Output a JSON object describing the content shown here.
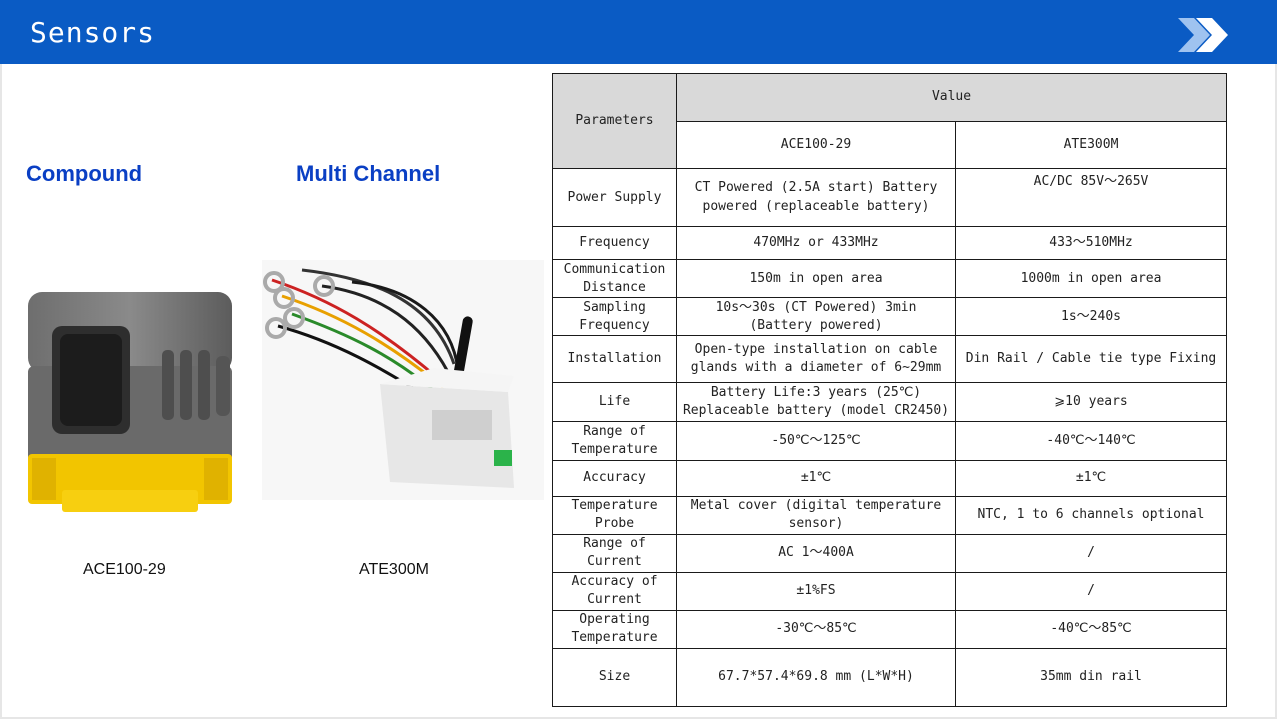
{
  "header": {
    "title": "Sensors",
    "chevron_icon": "double-chevron-right-icon",
    "color": "#0a5bc4"
  },
  "products": [
    {
      "title": "Compound",
      "caption": "ACE100-29"
    },
    {
      "title": "Multi Channel",
      "caption": "ATE300M"
    }
  ],
  "table": {
    "param_header": "Parameters",
    "value_header": "Value",
    "col1": "ACE100-29",
    "col2": "ATE300M",
    "rows": [
      {
        "param": "Power Supply",
        "v1": "CT Powered (2.5A start) Battery powered (replaceable battery)",
        "v2": "AC/DC 85V～265V"
      },
      {
        "param": "Frequency",
        "v1": "470MHz or 433MHz",
        "v2": "433～510MHz"
      },
      {
        "param": "Communication Distance",
        "v1": "150m in open area",
        "v2": "1000m in open area"
      },
      {
        "param": "Sampling Frequency",
        "v1": "10s～30s (CT Powered) 3min (Battery powered)",
        "v2": "1s～240s"
      },
      {
        "param": "Installation",
        "v1": "Open-type installation on cable glands with a diameter of 6~29mm",
        "v2": "Din Rail / Cable tie type Fixing"
      },
      {
        "param": "Life",
        "v1": "Battery Life:3 years (25℃) Replaceable battery (model CR2450)",
        "v2": "⩾10 years"
      },
      {
        "param": "Range of Temperature",
        "v1": "-50℃～125℃",
        "v2": "-40℃～140℃"
      },
      {
        "param": "Accuracy",
        "v1": "±1℃",
        "v2": "±1℃"
      },
      {
        "param": "Temperature Probe",
        "v1": "Metal cover (digital temperature sensor)",
        "v2": "NTC, 1 to 6 channels optional"
      },
      {
        "param": "Range of Current",
        "v1": "AC 1～400A",
        "v2": "/"
      },
      {
        "param": "Accuracy of Current",
        "v1": "±1%FS",
        "v2": "/"
      },
      {
        "param": "Operating Temperature",
        "v1": "-30℃～85℃",
        "v2": "-40℃～85℃"
      },
      {
        "param": "Size",
        "v1": "67.7*57.4*69.8 mm (L*W*H)",
        "v2": "35mm din rail"
      }
    ]
  }
}
